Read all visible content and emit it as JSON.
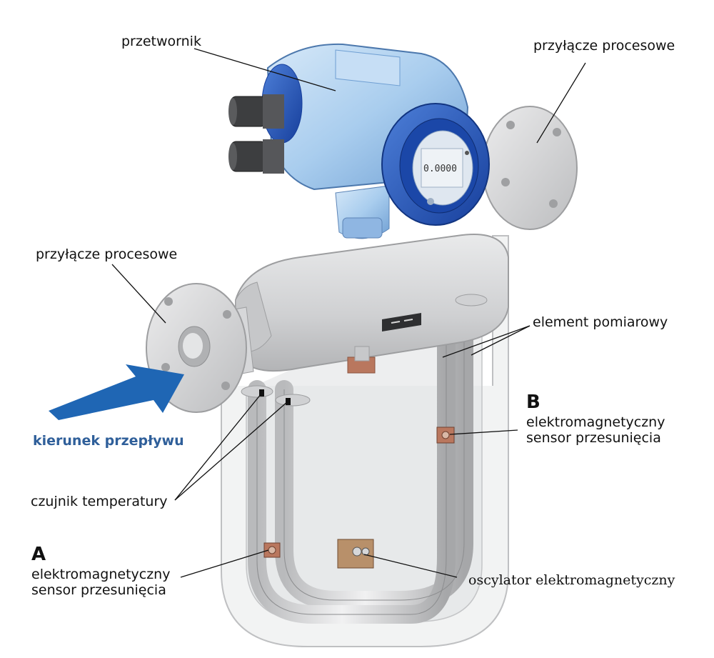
{
  "labels": {
    "transmitter": "przetwornik",
    "process_connection_right": "przyłącze procesowe",
    "process_connection_left": "przyłącze procesowe",
    "measuring_element": "element pomiarowy",
    "sensor_b_letter": "B",
    "sensor_b_line1": "elektromagnetyczny",
    "sensor_b_line2": "sensor przesunięcia",
    "flow_direction": "kierunek przepływu",
    "temperature_sensor": "czujnik temperatury",
    "sensor_a_letter": "A",
    "sensor_a_line1": "elektromagnetyczny",
    "sensor_a_line2": "sensor przesunięcia",
    "oscillator": "oscylator elektromagnetyczny"
  },
  "display": {
    "digits": "0.0000"
  },
  "colors": {
    "accent_blue": "#2f5f9a",
    "arrow_blue": "#1f66b4",
    "housing_blue": "#a9cdee",
    "dark_blue": "#1f50b3",
    "metal_gray": "#d4d5d6",
    "copper": "#b9775e"
  }
}
